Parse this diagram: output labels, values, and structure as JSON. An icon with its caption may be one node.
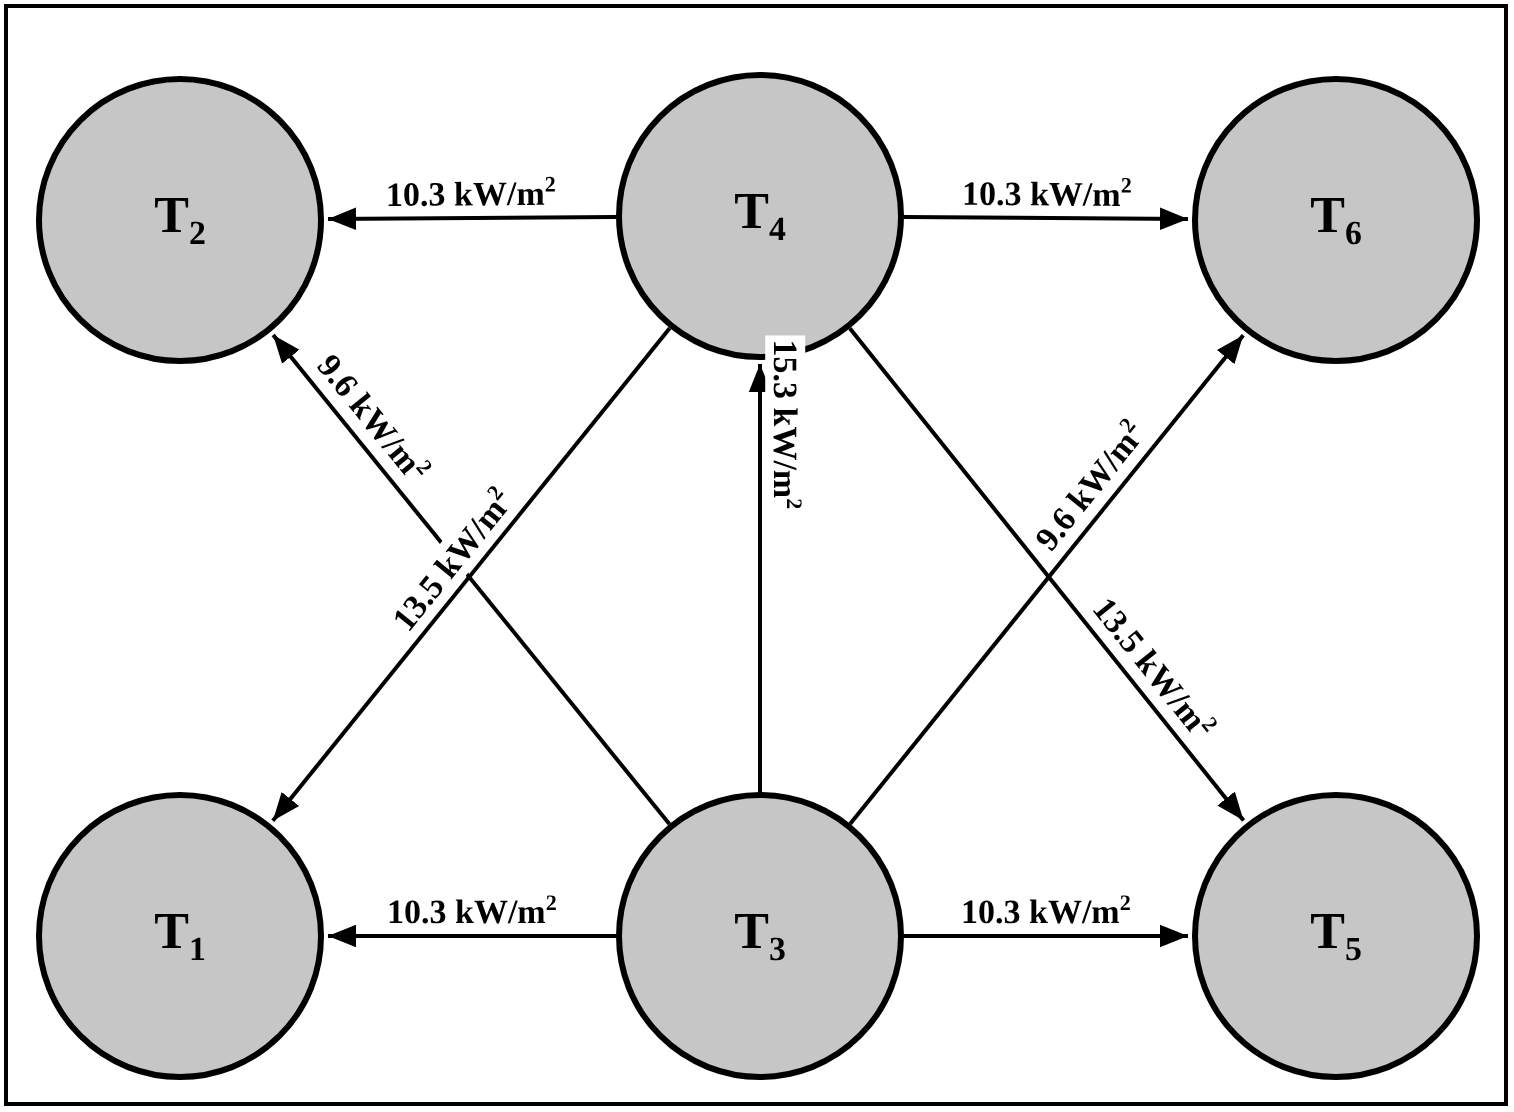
{
  "diagram": {
    "nodes": [
      {
        "text": [
          "T$_{2}$"
        ]
      },
      {
        "text": [
          "T$_{4}$"
        ]
      },
      {
        "text": [
          "T$_{6}$"
        ]
      },
      {
        "text": [
          "T$_{1}$"
        ]
      },
      {
        "text": [
          "T$_{3}$"
        ]
      },
      {
        "text": [
          "T$_{5}$"
        ]
      }
    ],
    "edges": [
      {
        "from": 1,
        "to": 0,
        "arrow": "to",
        "label": "10.3 kW/m$^{2}$"
      },
      {
        "from": 1,
        "to": 2,
        "arrow": "to",
        "label": "10.3 kW/m$^{2}$"
      },
      {
        "from": 4,
        "to": 0,
        "arrow": "to",
        "label": "9.6 kW/m$^{2}$"
      },
      {
        "from": 4,
        "to": 2,
        "arrow": "to",
        "label": "9.6 kW/m$^{2}$"
      },
      {
        "from": 1,
        "to": 3,
        "arrow": "to",
        "label": "13.5 kW/m$^{2}$"
      },
      {
        "from": 4,
        "to": 1,
        "arrow": "to",
        "label": "15.3 kW/m$^{2}$"
      },
      {
        "from": 1,
        "to": 5,
        "arrow": "to",
        "label": "13.5 kW/m$^{2}$"
      },
      {
        "from": 4,
        "to": 3,
        "arrow": "to",
        "label": "10.3 kW/m$^{2}$"
      },
      {
        "from": 4,
        "to": 5,
        "arrow": "to",
        "label": "10.3 kW/m$^{2}$"
      }
    ]
  }
}
